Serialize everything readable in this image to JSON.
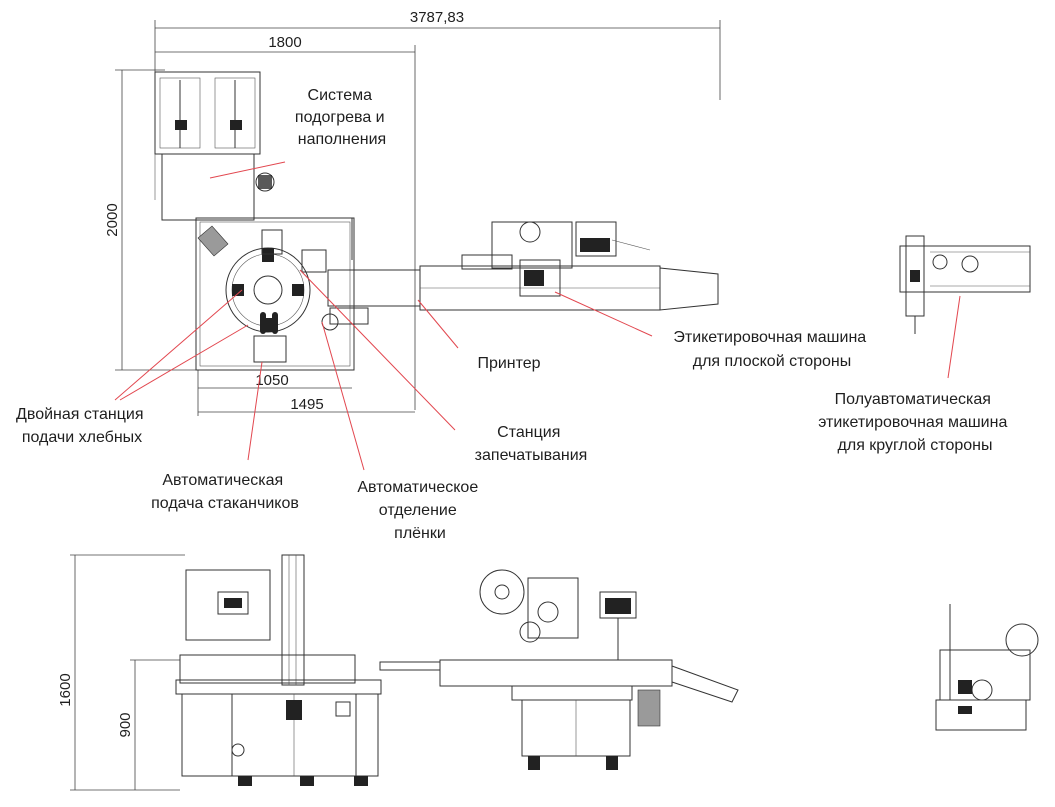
{
  "dimensions": {
    "overall_length": "3787,83",
    "top_width": "1800",
    "top_depth": "2000",
    "rotary_base": "1050",
    "rotary_frame": "1495",
    "overall_height": "1600",
    "table_height": "900"
  },
  "labels": {
    "heating_system": [
      "Система",
      "подогрева и",
      "наполнения"
    ],
    "flat_labeler": [
      "Этикетировочная машина",
      "для плоской стороны"
    ],
    "printer": [
      "Принтер"
    ],
    "round_labeler": [
      "Полуавтоматическая",
      "этикетировочная машина",
      "для круглой стороны"
    ],
    "sealing_station": [
      "Станция",
      "запечатывания"
    ],
    "double_station": [
      "Двойная станция",
      "подачи хлебных"
    ],
    "cup_feed": [
      "Автоматическая",
      "подача стаканчиков"
    ],
    "film_separation": [
      "Автоматическое",
      "отделение",
      "плёнки"
    ]
  },
  "colors": {
    "leader": "#e2474f",
    "line": "#333333",
    "text": "#1f1f1f"
  }
}
